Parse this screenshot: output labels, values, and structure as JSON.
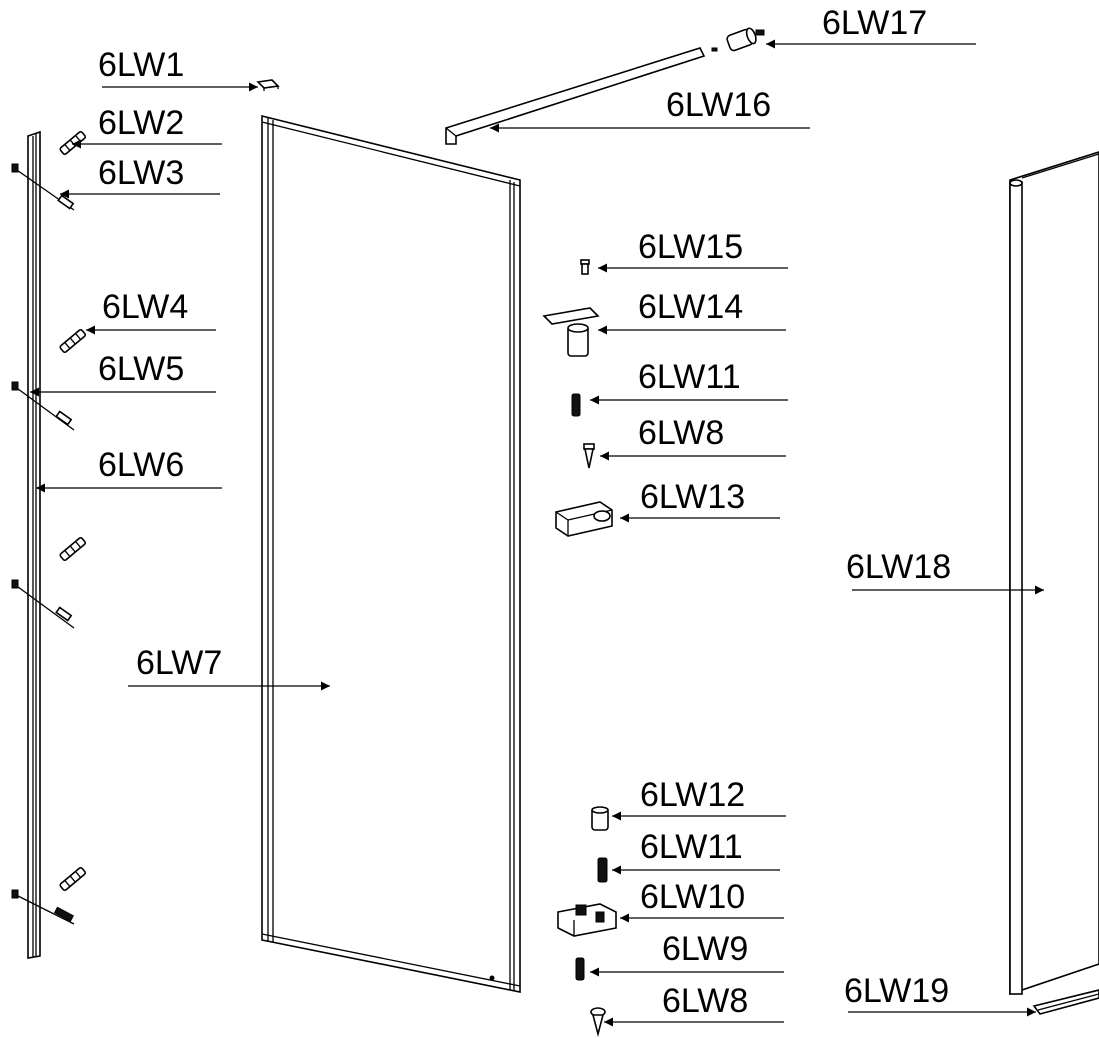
{
  "labels": {
    "lw1": "6LW1",
    "lw2": "6LW2",
    "lw3": "6LW3",
    "lw4": "6LW4",
    "lw5": "6LW5",
    "lw6": "6LW6",
    "lw7": "6LW7",
    "lw8_top": "6LW8",
    "lw8_bottom": "6LW8",
    "lw9": "6LW9",
    "lw10": "6LW10",
    "lw11_top": "6LW11",
    "lw11_bottom": "6LW11",
    "lw12": "6LW12",
    "lw13": "6LW13",
    "lw14": "6LW14",
    "lw15": "6LW15",
    "lw16": "6LW16",
    "lw17": "6LW17",
    "lw18": "6LW18",
    "lw19": "6LW19"
  },
  "colors": {
    "line": "#000000",
    "background": "#ffffff"
  }
}
